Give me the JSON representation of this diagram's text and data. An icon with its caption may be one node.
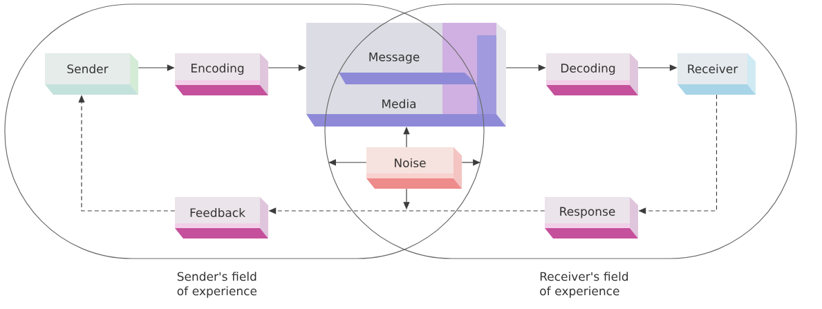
{
  "diagram": {
    "nodes": [
      {
        "text": [
          "Sender's field of experience"
        ]
      },
      {
        "text": [
          "Receiver's field of experience"
        ]
      },
      {
        "text": [
          "Sender"
        ],
        "in": 0
      },
      {
        "text": [
          "Encoding"
        ],
        "in": 0
      },
      {
        "text": [
          "Message",
          "Media"
        ]
      },
      {
        "text": [
          "Decoding"
        ],
        "in": 1
      },
      {
        "text": [
          "Receiver"
        ],
        "in": 1
      },
      {
        "text": [
          "Noise"
        ]
      },
      {
        "text": [
          "Feedback"
        ],
        "in": 0
      },
      {
        "text": [
          "Response"
        ],
        "in": 1
      }
    ],
    "edges": [
      {
        "from": 2,
        "to": 3,
        "arrow": "to"
      },
      {
        "from": 3,
        "to": 4,
        "arrow": "to"
      },
      {
        "from": 4,
        "to": 5,
        "arrow": "to"
      },
      {
        "from": 5,
        "to": 6,
        "arrow": "to"
      },
      {
        "from": 6,
        "to": 9,
        "arrow": "to",
        "style": "dashed"
      },
      {
        "from": 9,
        "to": 8,
        "arrow": "to",
        "style": "dashed"
      },
      {
        "from": 8,
        "to": 2,
        "arrow": "to",
        "style": "dashed"
      },
      {
        "from": 7,
        "to": 4,
        "arrow": "to"
      },
      {
        "from": 7,
        "to": 1,
        "arrow": "to"
      },
      {
        "from": 7,
        "to": 0,
        "arrow": "to"
      },
      {
        "from": 7,
        "to": null,
        "arrow": "to"
      }
    ]
  }
}
